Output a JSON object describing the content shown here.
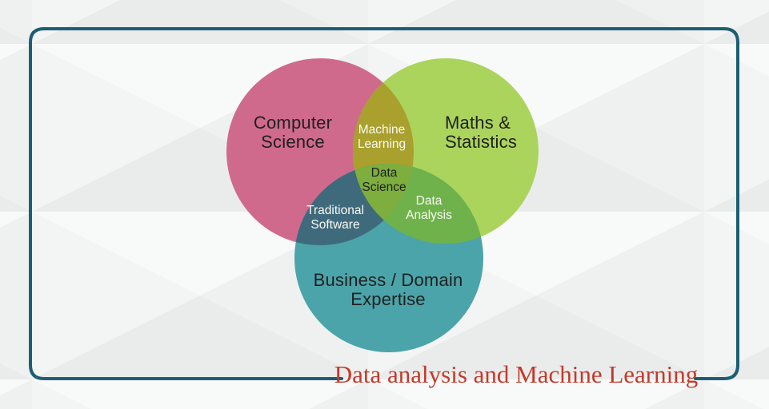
{
  "venn": {
    "sets": [
      {
        "name": "Computer Science",
        "label_line1": "Computer",
        "label_line2": "Science",
        "color": "#d06a8c",
        "text_color": "#202020"
      },
      {
        "name": "Maths & Statistics",
        "label_line1": "Maths &",
        "label_line2": "Statistics",
        "color": "#abd45c",
        "text_color": "#202020"
      },
      {
        "name": "Business / Domain Expertise",
        "label_line1": "Business / Domain",
        "label_line2": "Expertise",
        "color": "#4ba4a9",
        "text_color": "#202020"
      }
    ],
    "overlaps": [
      {
        "name": "Machine Learning",
        "between": [
          "Computer Science",
          "Maths & Statistics"
        ],
        "label_line1": "Machine",
        "label_line2": "Learning",
        "color": "#a9a02e",
        "text_color": "#fafaf4"
      },
      {
        "name": "Traditional Software",
        "between": [
          "Computer Science",
          "Business / Domain Expertise"
        ],
        "label_line1": "Traditional",
        "label_line2": "Software",
        "color": "#3e6a7c",
        "text_color": "#fafaf4"
      },
      {
        "name": "Data Analysis",
        "between": [
          "Maths & Statistics",
          "Business / Domain Expertise"
        ],
        "label_line1": "Data",
        "label_line2": "Analysis",
        "color": "#6fb24c",
        "text_color": "#fafaf4"
      },
      {
        "name": "Data Science",
        "between": [
          "Computer Science",
          "Maths & Statistics",
          "Business / Domain Expertise"
        ],
        "label_line1": "Data",
        "label_line2": "Science",
        "color": "#7dae3e",
        "text_color": "#202020"
      }
    ]
  },
  "caption": {
    "text": "Data analysis and Machine Learning",
    "color": "#c23a2a"
  },
  "frame": {
    "border_color": "#1d5e74"
  }
}
